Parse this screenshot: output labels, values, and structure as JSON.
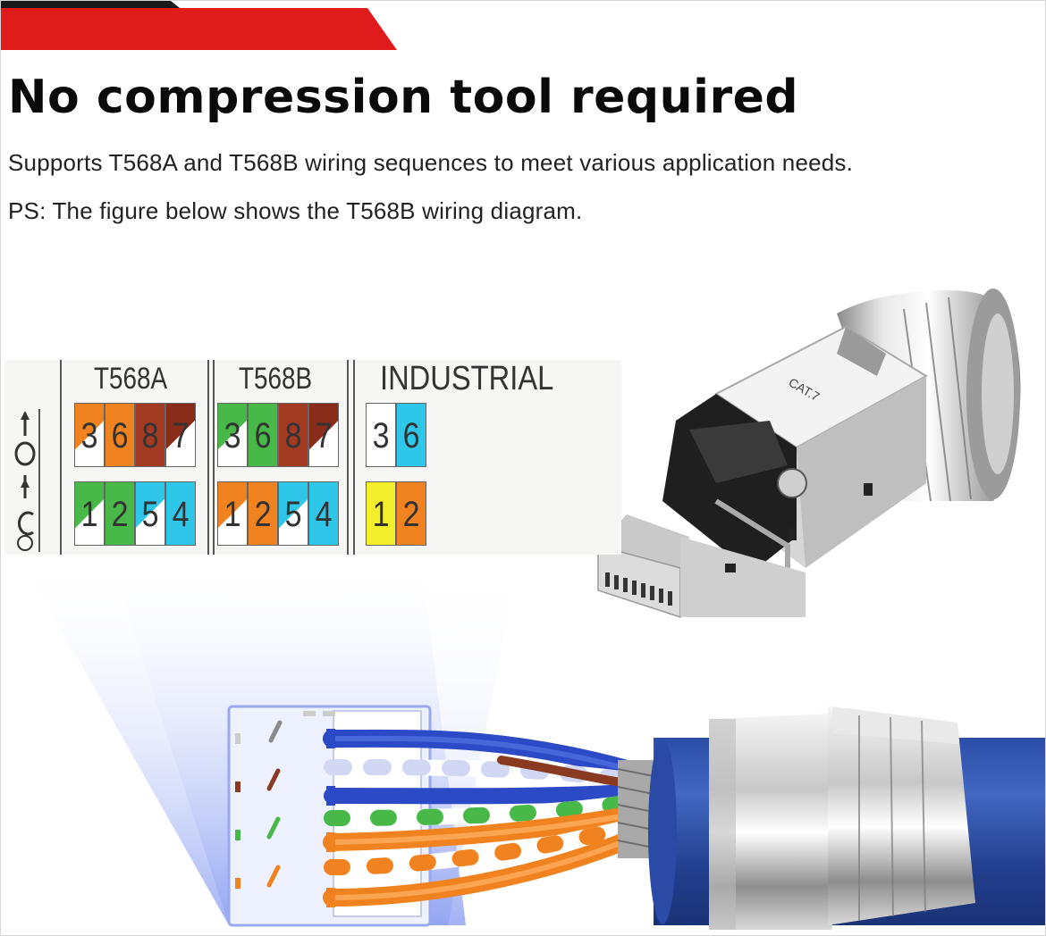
{
  "header": {
    "headline": "No compression tool required",
    "line1": "Supports T568A and T568B wiring sequences to meet various application needs.",
    "line2": "PS: The figure below shows the T568B wiring diagram."
  },
  "wiring_table": {
    "t568a_label": "T568A",
    "t568b_label": "T568B",
    "industrial_label": "INDUSTRIAL",
    "t568a_top": [
      "3",
      "6",
      "8",
      "7"
    ],
    "t568a_bottom": [
      "1",
      "2",
      "5",
      "4"
    ],
    "t568b_top": [
      "3",
      "6",
      "8",
      "7"
    ],
    "t568b_bottom": [
      "1",
      "2",
      "5",
      "4"
    ],
    "industrial_top": [
      "3",
      "6"
    ],
    "industrial_bottom": [
      "1",
      "2"
    ]
  },
  "product": {
    "connector_marking": "CAT.7"
  },
  "colors": {
    "stripe_red": "#e01b1b",
    "stripe_dark": "#1a1a1a",
    "cable_blue": "#25449a",
    "wire_orange": "#f0831f",
    "wire_green": "#48b848",
    "wire_blue": "#2c49c6",
    "wire_brown": "#8a3a20",
    "cell_cyan": "#2ec7ea",
    "cell_yellow": "#f3ef2a"
  }
}
